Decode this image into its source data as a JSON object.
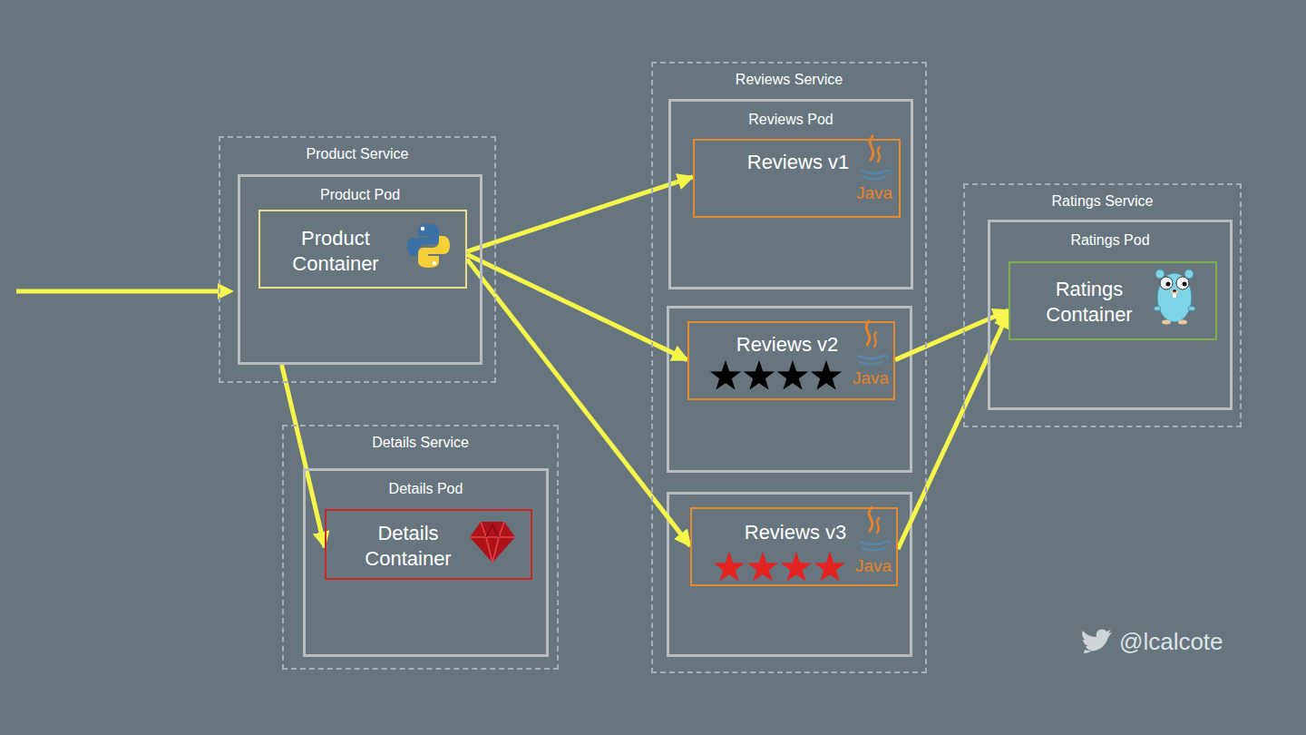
{
  "diagram": {
    "nodes": [
      {
        "text": [
          "Product Service"
        ]
      },
      {
        "text": [
          "Product Pod"
        ],
        "in": 0
      },
      {
        "text": [
          "Product Container"
        ],
        "in": 1
      },
      {
        "text": [
          "Details Service"
        ]
      },
      {
        "text": [
          "Details Pod"
        ],
        "in": 3
      },
      {
        "text": [
          "Details Container"
        ],
        "in": 4
      },
      {
        "text": [
          "Reviews Service"
        ]
      },
      {
        "text": [
          "Reviews Pod"
        ],
        "in": 6
      },
      {
        "text": [
          "Reviews v1"
        ],
        "in": 7
      },
      {
        "text": [
          "Reviews v2"
        ],
        "in": 6
      },
      {
        "text": [
          "Reviews v3"
        ],
        "in": 6
      },
      {
        "text": [
          "Ratings Service"
        ]
      },
      {
        "text": [
          "Ratings Pod"
        ],
        "in": 11
      },
      {
        "text": [
          "Ratings Container"
        ],
        "in": 12
      }
    ],
    "edges": [
      {
        "from": 2,
        "to": 8,
        "arrow": "to"
      },
      {
        "from": 2,
        "to": 9,
        "arrow": "to"
      },
      {
        "from": 2,
        "to": 10,
        "arrow": "to"
      },
      {
        "from": 1,
        "to": 5,
        "arrow": "to"
      },
      {
        "from": 9,
        "to": 13,
        "arrow": "to"
      },
      {
        "from": 10,
        "to": 13,
        "arrow": "to"
      }
    ],
    "labels": [
      "Java",
      "Java",
      "Java",
      "@lcalcote"
    ]
  }
}
